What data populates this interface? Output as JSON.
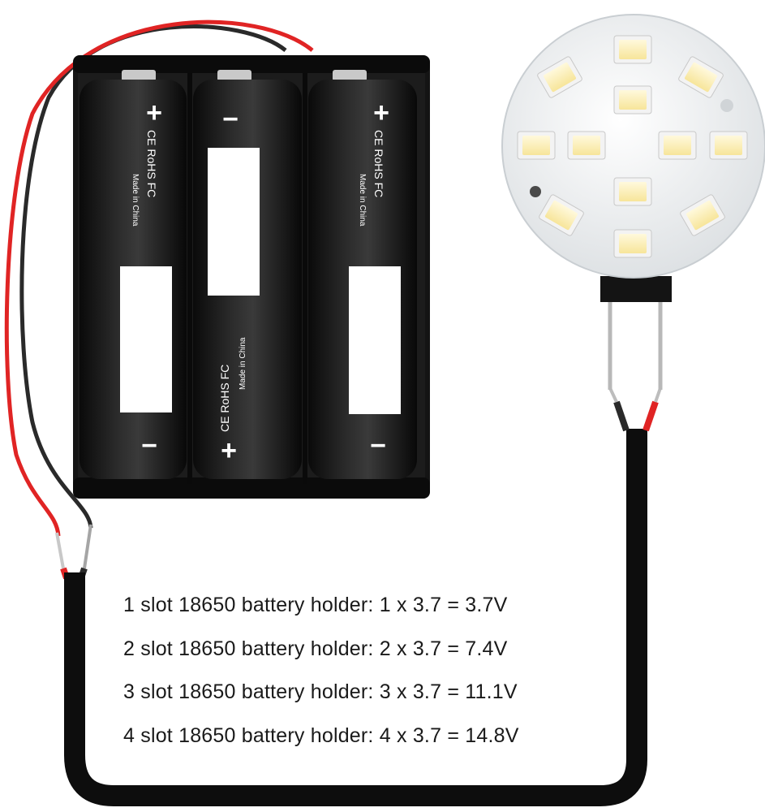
{
  "battery_holder": {
    "slots": 3,
    "cells": [
      {
        "top_mark": "+",
        "bottom_mark": "−",
        "cert_marks": "CE RoHS FC",
        "origin_text": "Made in China"
      },
      {
        "top_mark": "−",
        "bottom_mark": "+",
        "cert_marks": "CE RoHS FC",
        "origin_text": "Made in China"
      },
      {
        "top_mark": "+",
        "bottom_mark": "−",
        "cert_marks": "CE RoHS FC",
        "origin_text": "Made in China"
      }
    ]
  },
  "led_module": {
    "led_count": 12,
    "board_color": "#eceff1",
    "led_color": "#fff4c8"
  },
  "wires": {
    "positive_color": "#e02424",
    "negative_color": "#2a2a2a",
    "cable_color": "#0d0d0d"
  },
  "voltage_lines": [
    "1 slot 18650 battery holder: 1 x 3.7 = 3.7V",
    "2 slot 18650 battery holder: 2 x 3.7 = 7.4V",
    "3 slot 18650 battery holder: 3 x 3.7 = 11.1V",
    "4 slot 18650 battery holder: 4 x 3.7 = 14.8V"
  ]
}
